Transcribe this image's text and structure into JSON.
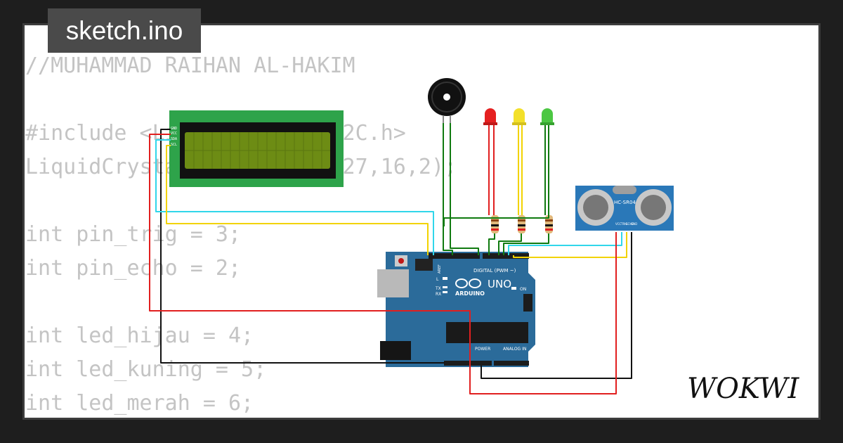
{
  "file_tab": {
    "label": "sketch.ino"
  },
  "code_lines": [
    "//MUHAMMAD RAIHAN AL-HAKIM",
    "",
    "#include <LiquidCrystal_I2C.h>",
    "LiquidCrystal_I2C lcd (0x27,16,2);",
    "",
    "int pin_trig = 3;",
    "int pin_echo = 2;",
    "",
    "int led_hijau = 4;",
    "int led_kuning = 5;",
    "int led_merah = 6;"
  ],
  "brand": {
    "logo_text": "WOKWI"
  },
  "board": {
    "name": "UNO",
    "maker": "ARDUINO",
    "label_digital": "DIGITAL (PWM ~)",
    "label_power": "POWER",
    "label_analog": "ANALOG IN",
    "label_aref": "AREF",
    "label_tx": "TX",
    "label_rx": "RX",
    "label_l": "L",
    "label_on": "ON"
  },
  "sensor": {
    "label": "HC-SR04",
    "pins": [
      "VCC",
      "TRIG",
      "ECHO",
      "GND"
    ]
  },
  "lcd": {
    "pins": [
      "GND",
      "VCC",
      "SDA",
      "SCL"
    ]
  },
  "colors": {
    "background": "#1e1e1e",
    "card": "#ffffff",
    "code_text": "#c4c4c4",
    "tab_bg": "#4a4a4a",
    "board_blue": "#2b6b9a",
    "lcd_green": "#2ea34a",
    "lcd_screen": "#6d8c14",
    "sensor_blue": "#2a78b8",
    "wire_red": "#e11f1f",
    "wire_black": "#111111",
    "wire_yellow": "#f2d300",
    "wire_cyan": "#31d6ea",
    "wire_green": "#0f7a0f",
    "led_red": "#e52020",
    "led_yellow": "#f3e02a",
    "led_green": "#4cc743"
  }
}
